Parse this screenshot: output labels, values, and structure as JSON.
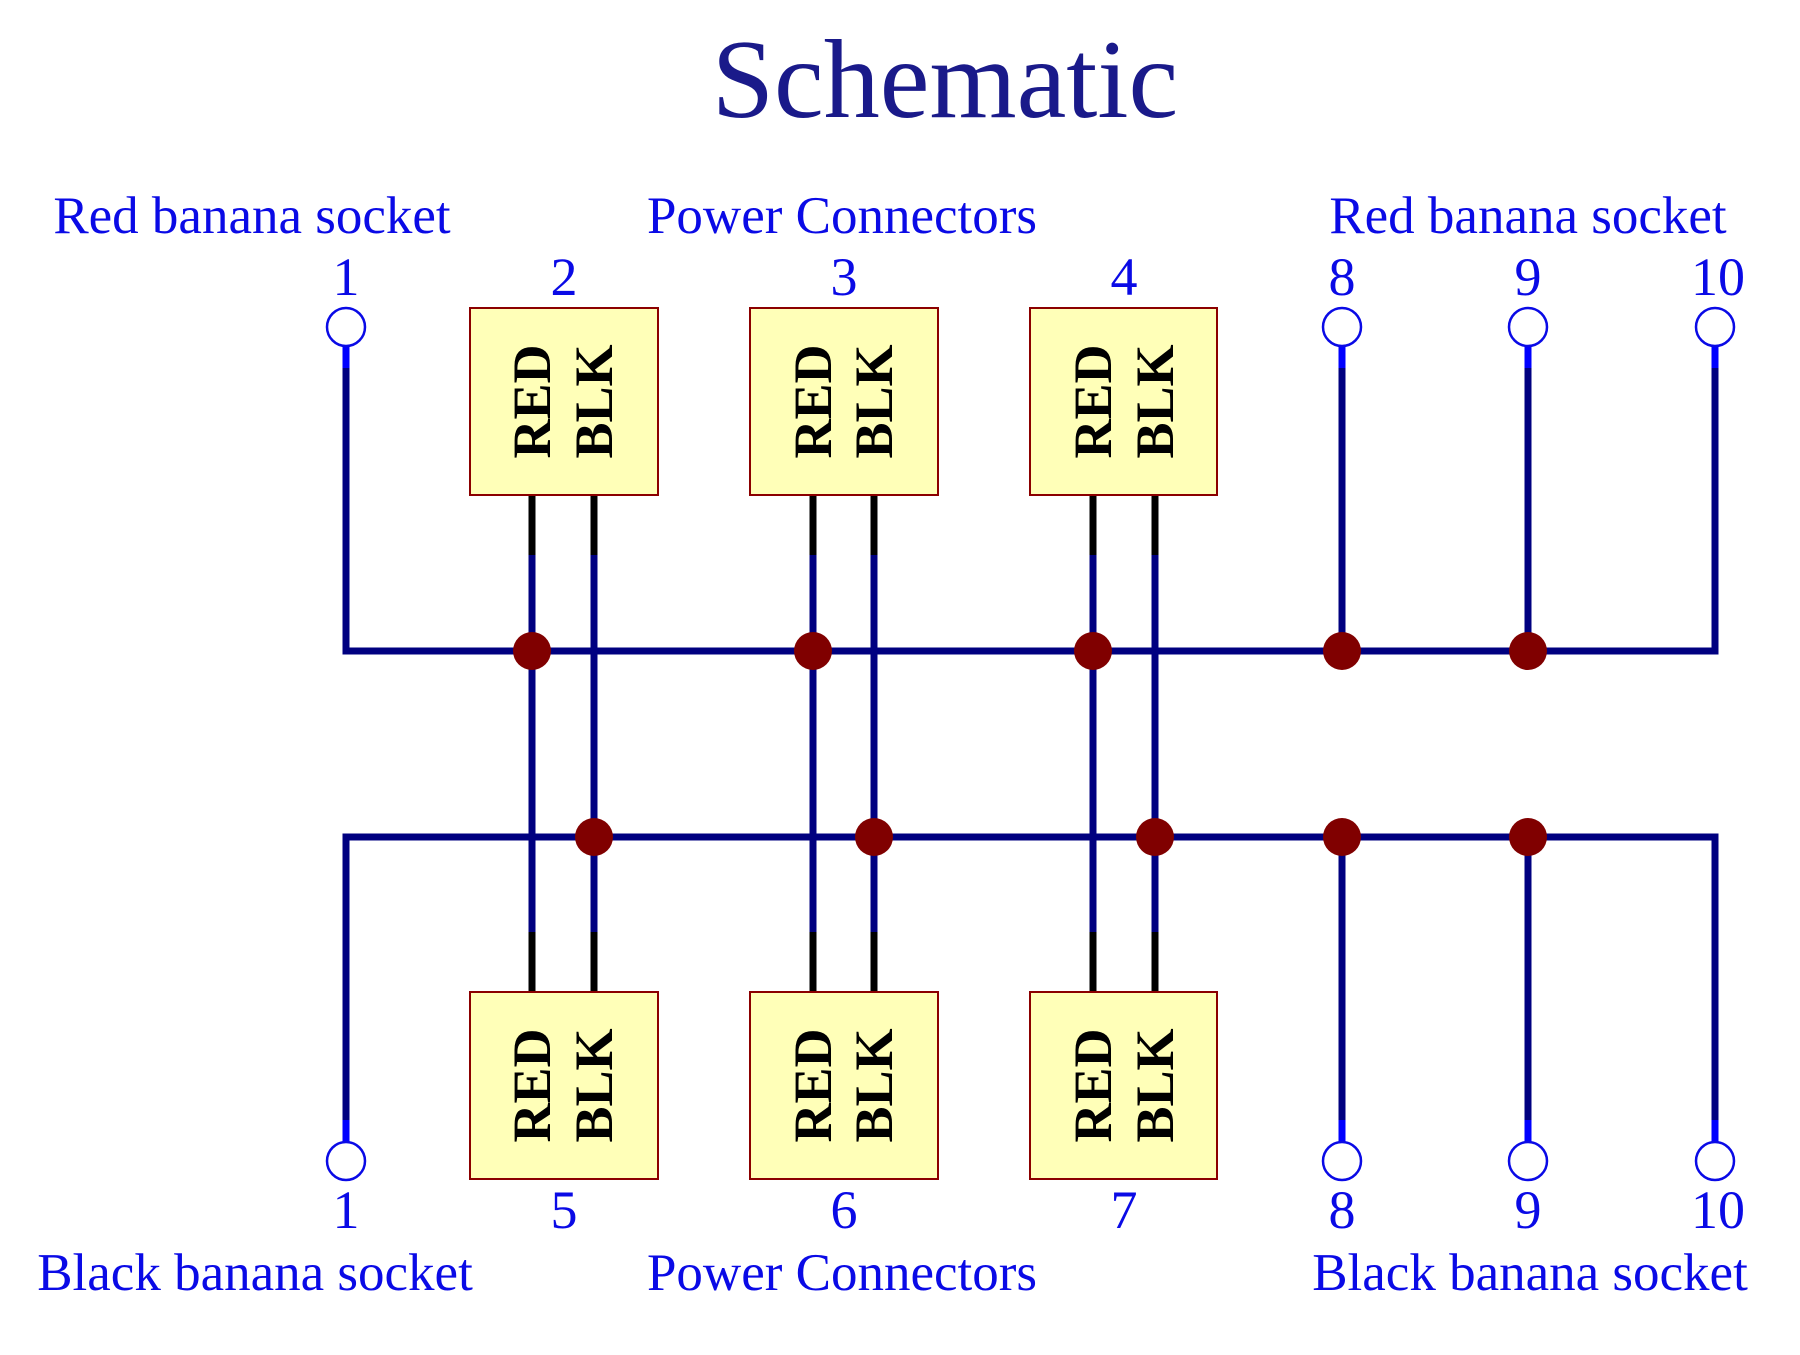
{
  "title": "Schematic",
  "colors": {
    "title": "#1a1a8a",
    "label": "#0a0ae6",
    "wire": "#000080",
    "wire_socket_end": "#0000ff",
    "pin_lead": "#000000",
    "junction": "#800000",
    "socket_outline": "#0a0ae6",
    "box_fill": "#ffffb8",
    "box_border": "#8b0000",
    "box_text": "#000000"
  },
  "top_labels": {
    "left": "Red banana socket",
    "center": "Power Connectors",
    "right": "Red banana socket"
  },
  "bottom_labels": {
    "left": "Black banana socket",
    "center": "Power Connectors",
    "right": "Black banana socket"
  },
  "top_terminals": [
    "1",
    "2",
    "3",
    "4",
    "8",
    "9",
    "10"
  ],
  "bottom_terminals": [
    "1",
    "5",
    "6",
    "7",
    "8",
    "9",
    "10"
  ],
  "connector_box": {
    "pin_a_label": "RED",
    "pin_b_label": "BLK"
  },
  "nets": {
    "upper_bus": "RED",
    "lower_bus": "BLK"
  }
}
